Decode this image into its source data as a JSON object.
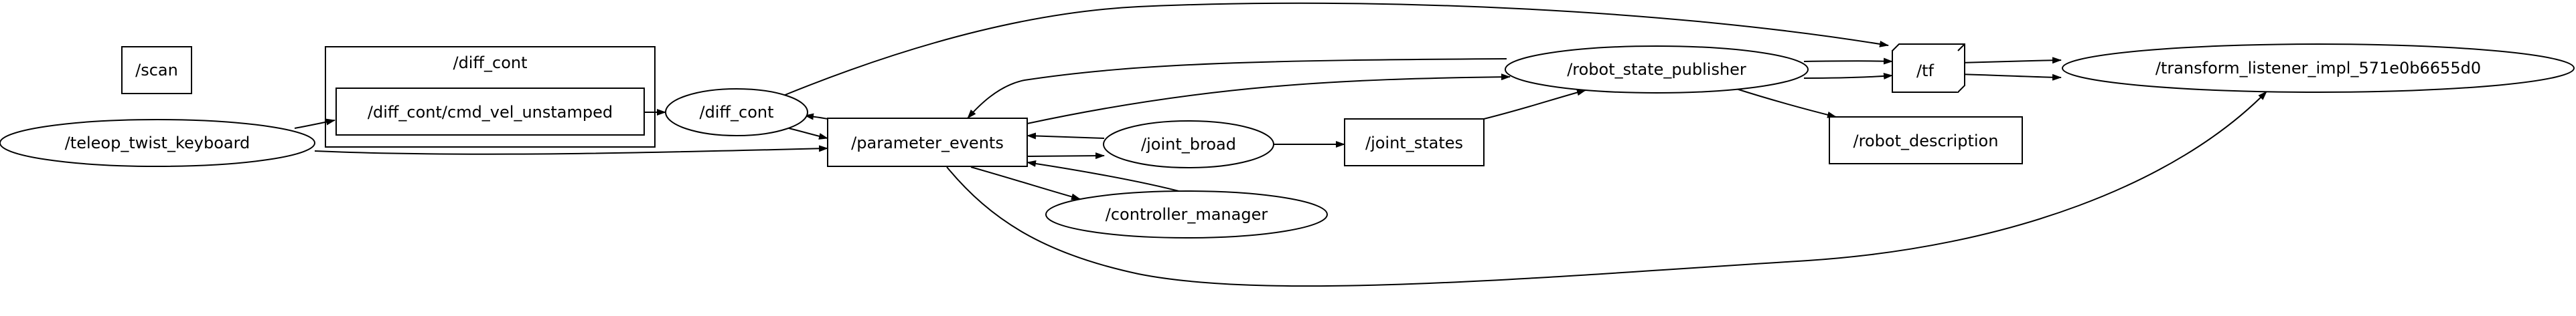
{
  "graph": {
    "nodes": {
      "scan": "/scan",
      "teleop_twist_keyboard": "/teleop_twist_keyboard",
      "diff_cont_cluster": "/diff_cont",
      "diff_cont_cmd_vel_unstamped": "/diff_cont/cmd_vel_unstamped",
      "diff_cont": "/diff_cont",
      "parameter_events": "/parameter_events",
      "joint_broad": "/joint_broad",
      "controller_manager": "/controller_manager",
      "joint_states": "/joint_states",
      "robot_state_publisher": "/robot_state_publisher",
      "robot_description": "/robot_description",
      "tf": "/tf",
      "transform_listener": "/transform_listener_impl_571e0b6655d0"
    },
    "edges": [
      {
        "from": "teleop_twist_keyboard",
        "to": "diff_cont_cmd_vel_unstamped"
      },
      {
        "from": "teleop_twist_keyboard",
        "to": "parameter_events"
      },
      {
        "from": "diff_cont_cmd_vel_unstamped",
        "to": "diff_cont"
      },
      {
        "from": "diff_cont",
        "to": "parameter_events"
      },
      {
        "from": "parameter_events",
        "to": "diff_cont"
      },
      {
        "from": "diff_cont",
        "to": "tf"
      },
      {
        "from": "parameter_events",
        "to": "joint_broad"
      },
      {
        "from": "joint_broad",
        "to": "parameter_events"
      },
      {
        "from": "parameter_events",
        "to": "controller_manager"
      },
      {
        "from": "controller_manager",
        "to": "parameter_events"
      },
      {
        "from": "joint_broad",
        "to": "joint_states"
      },
      {
        "from": "joint_states",
        "to": "robot_state_publisher"
      },
      {
        "from": "robot_state_publisher",
        "to": "parameter_events"
      },
      {
        "from": "parameter_events",
        "to": "robot_state_publisher"
      },
      {
        "from": "robot_state_publisher",
        "to": "robot_description"
      },
      {
        "from": "robot_state_publisher",
        "to": "tf"
      },
      {
        "from": "tf",
        "to": "transform_listener"
      },
      {
        "from": "parameter_events",
        "to": "transform_listener"
      }
    ]
  }
}
